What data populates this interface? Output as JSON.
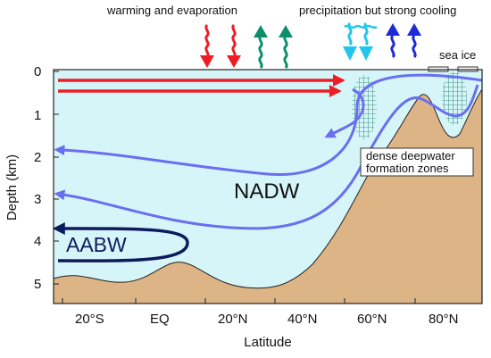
{
  "labels": {
    "warming": "warming and evaporation",
    "precip": "precipitation but strong cooling",
    "sea_ice": "sea ice",
    "dense_line1": "dense deepwater",
    "dense_line2": "formation zones",
    "nadw": "NADW",
    "aabw": "AABW"
  },
  "axes": {
    "y_title": "Depth (km)",
    "x_title": "Latitude",
    "y_ticks": [
      "0",
      "1",
      "2",
      "3",
      "4",
      "5"
    ],
    "x_ticks": [
      "20°S",
      "EQ",
      "20°N",
      "40°N",
      "60°N",
      "80°N"
    ]
  },
  "colors": {
    "ocean": "#d6f5f8",
    "land": "#dcb486",
    "red": "#ee1c24",
    "green": "#0b8f6a",
    "cyan": "#23c6ea",
    "blue": "#1b2bd6",
    "flow": "#6a6ff0",
    "aabw": "#0d1a5c",
    "grid_hatch": "#4a9a8a"
  }
}
